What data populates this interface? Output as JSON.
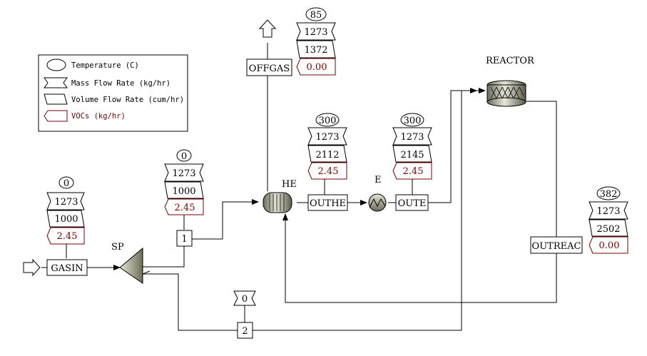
{
  "legend": {
    "temperature": "Temperature (C)",
    "mass_flow": "Mass Flow Rate (kg/hr)",
    "volume_flow": "Volume Flow Rate (cum/hr)",
    "vocs": "VOCs (kg/hr)"
  },
  "blocks": {
    "sp": "SP",
    "he": "HE",
    "e": "E",
    "reactor": "REACTOR"
  },
  "streams": {
    "gasin": {
      "label": "GASIN",
      "temp": "0",
      "mass": "1273",
      "volume": "1000",
      "vocs": "2.45"
    },
    "s1": {
      "label": "1",
      "temp": "0",
      "mass": "1273",
      "volume": "1000",
      "vocs": "2.45"
    },
    "s2": {
      "label": "2",
      "temp": "0"
    },
    "offgas": {
      "label": "OFFGAS",
      "temp": "85",
      "mass": "1273",
      "volume": "1372",
      "vocs": "0.00"
    },
    "outhe": {
      "label": "OUTHE",
      "temp": "300",
      "mass": "1273",
      "volume": "2112",
      "vocs": "2.45"
    },
    "oute": {
      "label": "OUTE",
      "temp": "300",
      "mass": "1273",
      "volume": "2145",
      "vocs": "2.45"
    },
    "outreac": {
      "label": "OUTREAC",
      "temp": "382",
      "mass": "1273",
      "volume": "2502",
      "vocs": "0.00"
    }
  },
  "colors": {
    "voc_text": "#7a0000",
    "line": "#000000"
  }
}
